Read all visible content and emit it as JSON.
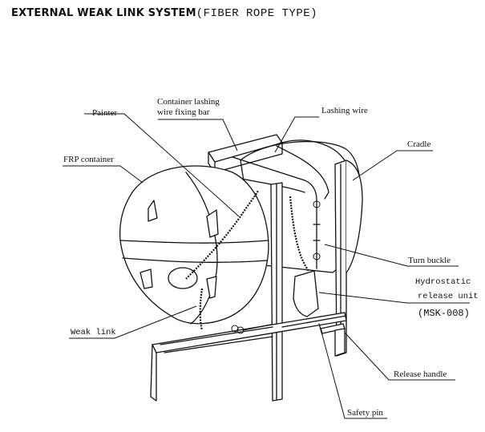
{
  "title": {
    "bold_part": "EXTERNAL WEAK LINK SYSTEM",
    "paren_part": "(FIBER ROPE TYPE)"
  },
  "labels": {
    "lashing_bar_line1": "Container lashing",
    "lashing_bar_line2": "wire fixing bar",
    "painter": "Painter",
    "lashing_wire": "Lashing wire",
    "frp_container": "FRP container",
    "cradle": "Cradle",
    "turn_buckle": "Turn buckle",
    "hru_line1": "Hydrostatic",
    "hru_line2": "release unit",
    "hru_model": "(MSK-008)",
    "weak_link": "Weak link",
    "release_handle": "Release handle",
    "safety_pin": "Safety pin"
  }
}
